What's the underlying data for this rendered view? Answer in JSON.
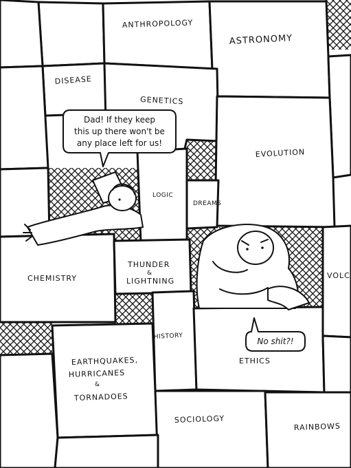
{
  "panel": {
    "labels": {
      "anthropology": "ANTHROPOLOGY",
      "astronomy": "ASTRONOMY",
      "disease": "DISEASE",
      "genetics": "GENETICS",
      "evolution": "EVOLUTION",
      "logic": "LOGIC",
      "dreams": "DREAMS",
      "chemistry": "CHEMISTRY",
      "thunder": "THUNDER",
      "thunder_amp": "&",
      "lightning": "LIGHTNING",
      "volc": "VOLC",
      "history": "HISTORY",
      "quakes_1": "EARTHQUAKES,",
      "quakes_2": "HURRICANES",
      "quakes_amp": "&",
      "quakes_3": "TORNADOES",
      "ethics": "ETHICS",
      "sociology": "SOCIOLOGY",
      "rainbows": "RAINBOWS"
    },
    "bubbles": {
      "son": {
        "line1": "Dad!  If they keep",
        "line2": "this up there won't be",
        "line3": "any place left for us!"
      },
      "dad": {
        "line1": "No shit?!"
      }
    }
  },
  "colors": {
    "ink": "#111111",
    "paper": "#ffffff"
  }
}
